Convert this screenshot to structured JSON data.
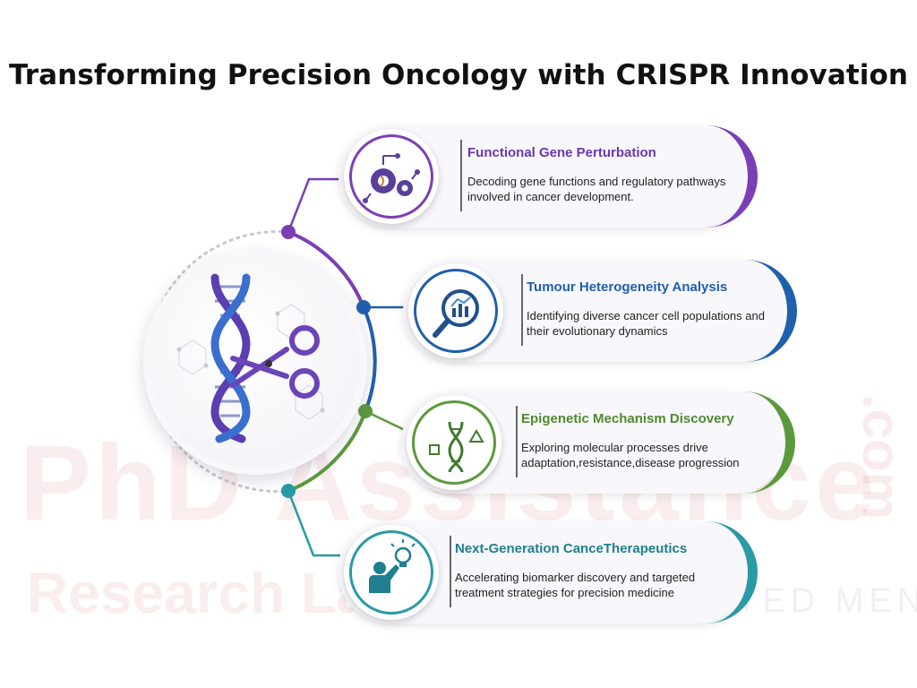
{
  "title": "Transforming Precision Oncology with CRISPR Innovation",
  "watermark": {
    "main": "PhD Assistance",
    "sub": "Research Lab",
    "tagline": "YOUR TRUSTED MENTOR",
    "domain_suffix": ".com"
  },
  "colors": {
    "purple": "#7b3fb5",
    "blue": "#1f5fae",
    "green": "#5a9a3c",
    "teal": "#2a9aa6"
  },
  "cards": [
    {
      "title": "Functional Gene Perturbation",
      "description": "Decoding gene functions and regulatory pathways involved in cancer development.",
      "icon": "gear-dna-icon"
    },
    {
      "title": "Tumour Heterogeneity Analysis",
      "description": "Identifying diverse cancer cell populations and their evolutionary dynamics",
      "icon": "magnifier-chart-icon"
    },
    {
      "title": "Epigenetic Mechanism Discovery",
      "description": "Exploring molecular processes drive adaptation,resistance,disease progression",
      "icon": "dna-shapes-icon"
    },
    {
      "title": "Next-Generation CanceTherapeutics",
      "description": "Accelerating biomarker discovery and targeted treatment strategies for precision medicine",
      "icon": "person-lightbulb-icon"
    }
  ],
  "hub_icon": "dna-scissors-icon"
}
